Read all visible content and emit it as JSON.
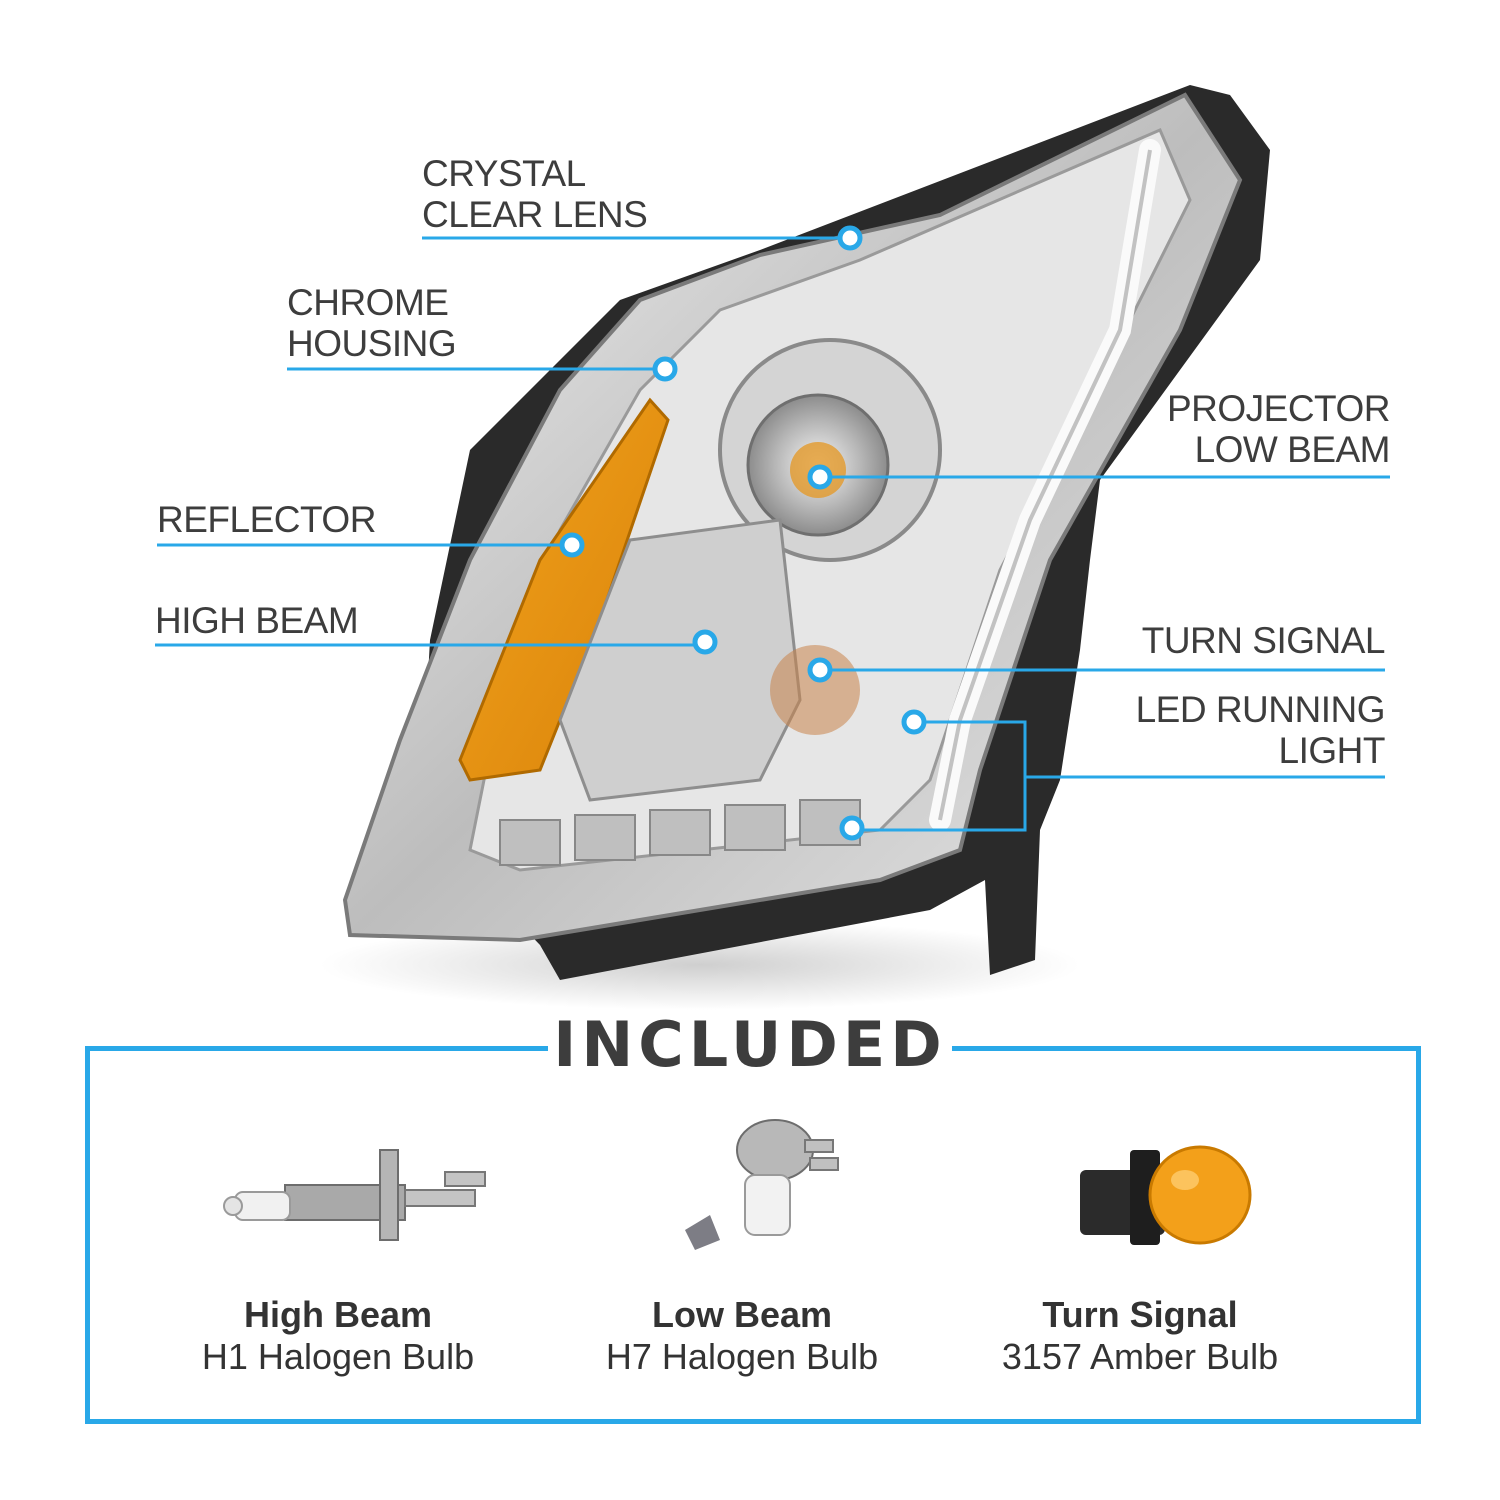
{
  "accent_color": "#29a8e8",
  "callouts": {
    "crystal_clear_lens": "CRYSTAL\nCLEAR LENS",
    "chrome_housing": "CHROME\nHOUSING",
    "reflector": "REFLECTOR",
    "high_beam": "HIGH BEAM",
    "projector_low_beam": "PROJECTOR\nLOW BEAM",
    "turn_signal": "TURN SIGNAL",
    "led_running_light": "LED RUNNING\nLIGHT"
  },
  "included": {
    "title": "INCLUDED",
    "bulbs": [
      {
        "name": "High Beam",
        "desc": "H1 Halogen Bulb"
      },
      {
        "name": "Low Beam",
        "desc": "H7 Halogen Bulb"
      },
      {
        "name": "Turn Signal",
        "desc": "3157 Amber Bulb"
      }
    ]
  }
}
